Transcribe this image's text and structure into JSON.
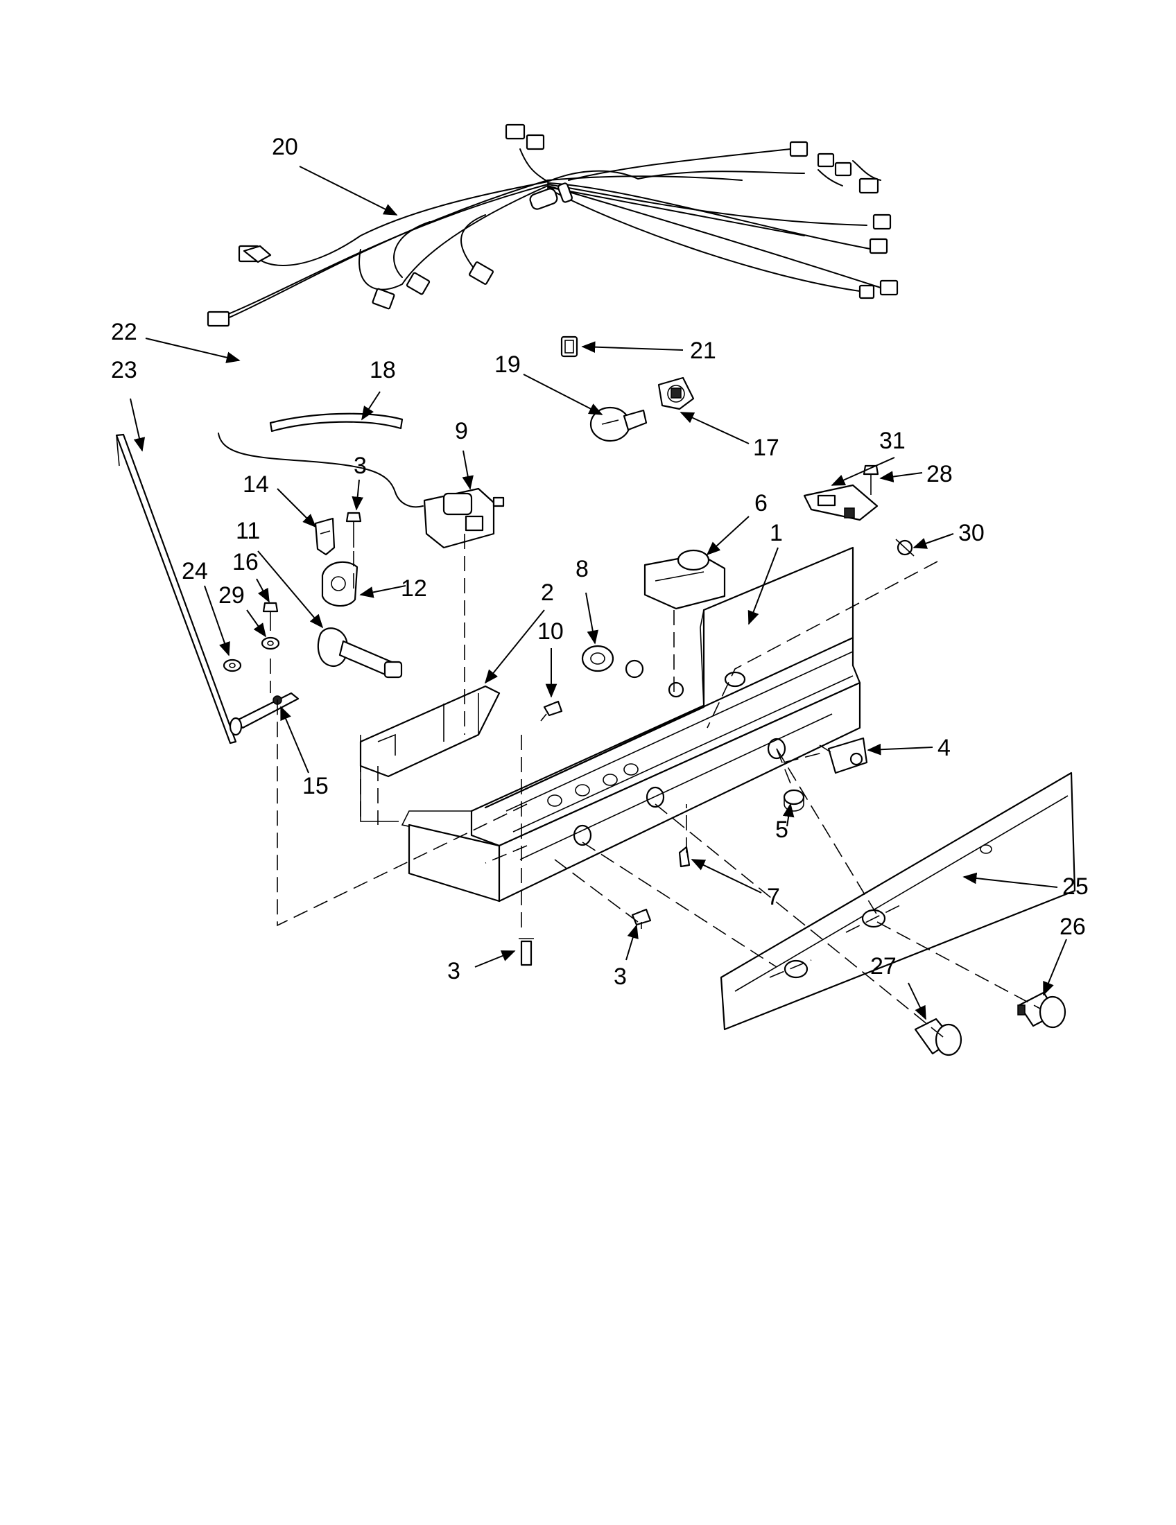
{
  "diagram": {
    "callouts": [
      {
        "id": "20",
        "label": "20"
      },
      {
        "id": "22",
        "label": "22"
      },
      {
        "id": "23",
        "label": "23"
      },
      {
        "id": "21",
        "label": "21"
      },
      {
        "id": "19",
        "label": "19"
      },
      {
        "id": "18",
        "label": "18"
      },
      {
        "id": "17",
        "label": "17"
      },
      {
        "id": "9",
        "label": "9"
      },
      {
        "id": "31",
        "label": "31"
      },
      {
        "id": "28",
        "label": "28"
      },
      {
        "id": "30",
        "label": "30"
      },
      {
        "id": "14",
        "label": "14"
      },
      {
        "id": "3a",
        "label": "3"
      },
      {
        "id": "6",
        "label": "6"
      },
      {
        "id": "1",
        "label": "1"
      },
      {
        "id": "11",
        "label": "11"
      },
      {
        "id": "16",
        "label": "16"
      },
      {
        "id": "24",
        "label": "24"
      },
      {
        "id": "29",
        "label": "29"
      },
      {
        "id": "12",
        "label": "12"
      },
      {
        "id": "8",
        "label": "8"
      },
      {
        "id": "2",
        "label": "2"
      },
      {
        "id": "10",
        "label": "10"
      },
      {
        "id": "4",
        "label": "4"
      },
      {
        "id": "15",
        "label": "15"
      },
      {
        "id": "5",
        "label": "5"
      },
      {
        "id": "7",
        "label": "7"
      },
      {
        "id": "25",
        "label": "25"
      },
      {
        "id": "26",
        "label": "26"
      },
      {
        "id": "27",
        "label": "27"
      },
      {
        "id": "3b",
        "label": "3"
      },
      {
        "id": "3c",
        "label": "3"
      }
    ]
  }
}
